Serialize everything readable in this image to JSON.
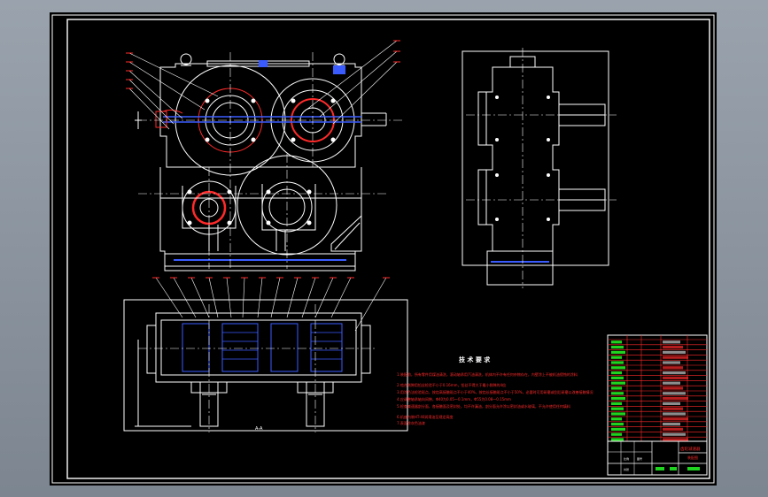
{
  "drawing": {
    "tech_title": "技 术 要 求",
    "notes": [
      "1.装配前，所有零件用煤油清洗，滚动轴承用汽油清洗，机体内不许有任何杂物存在，内壁涂上不被机油侵蚀的涂料",
      "2.啮合侧隙用铅丝检验不小于0.16mm，铅丝不得大于最小侧隙的4倍",
      "3.用涂色法检验斑点，按齿高接触斑点不小于40%，按齿长接触斑点不小于50%，必要时可用研磨或刮后研磨以改善接触情况",
      "4.应调整轴承轴向间隙，Φ40为0.05～0.1mm，Φ55为0.08～0.15mm",
      "5.检查减速器剖分面，各接触面及密封处，均不许漏油，剖分面允许涂以密封油或水玻璃，不允许使用任何填料",
      "6.机座内装HT-40润滑油至规定高度",
      "7.表面涂灰色油漆"
    ],
    "view_label": "A-A",
    "title_block": {
      "name_cell": "齿轮减速器",
      "code_cell": "装配图",
      "footer_a": "比例",
      "footer_b": "图号",
      "footer_c": "共张"
    }
  },
  "colors": {
    "sheet": "#000000",
    "frame": "#ffffff",
    "outline": "#ffffff",
    "highlight": "#ff2a2a",
    "centerline": "#3a5cff",
    "callout": "#ffffff",
    "table_green": "#1fd41f",
    "table_red": "#ff2a2a",
    "desktop": "#8a939d"
  }
}
